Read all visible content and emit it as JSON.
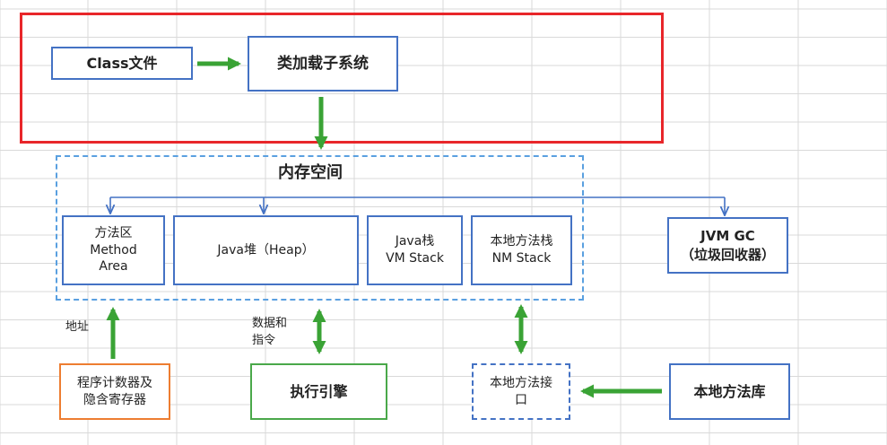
{
  "class_file": "Class文件",
  "class_loader": "类加载子系统",
  "memory_space": "内存空间",
  "method_area": "方法区\nMethod\nArea",
  "heap": "Java堆（Heap）",
  "java_stack": "Java栈\nVM Stack",
  "native_stack": "本地方法栈\nNM Stack",
  "jvm_gc": "JVM GC\n（垃圾回收器）",
  "label_address": "地址",
  "label_data": "数据和\n指令",
  "pc_register": "程序计数器及\n隐含寄存器",
  "exec_engine": "执行引擎",
  "native_interface": "本地方法接\n口",
  "native_library": "本地方法库",
  "colors": {
    "box_border": "#4472c4",
    "dashed_border": "#5aa0e0",
    "arrow_green": "#3aa335",
    "arrow_blue": "#4472c4",
    "highlight_red": "#e8262a",
    "pc_orange": "#ed7d31",
    "exec_green": "#4aa84a",
    "grid": "#d9d9d9"
  }
}
